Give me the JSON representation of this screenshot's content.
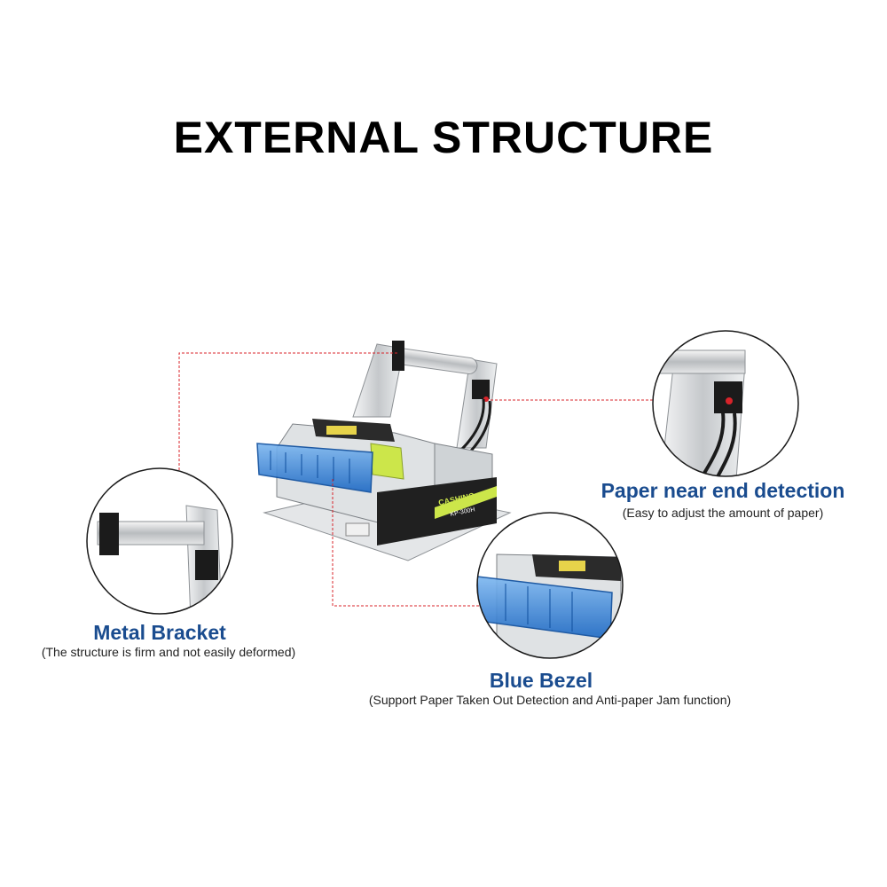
{
  "title": "EXTERNAL STRUCTURE",
  "colors": {
    "accent": "#1a4c8f",
    "leader_line": "#d8232a",
    "metal": "#c9ccce",
    "bezel": "#2e7fd1",
    "yellow_part": "#cce64a"
  },
  "product": {
    "brand": "CASHINO",
    "model": "KP-300H"
  },
  "callouts": [
    {
      "id": "metal-bracket",
      "title": "Metal Bracket",
      "subtitle": "(The structure is firm and not easily deformed)"
    },
    {
      "id": "paper-near-end",
      "title": "Paper near end detection",
      "subtitle": "(Easy to adjust the amount of paper)"
    },
    {
      "id": "blue-bezel",
      "title": "Blue Bezel",
      "subtitle": "(Support Paper Taken Out Detection and Anti-paper Jam function)"
    }
  ]
}
